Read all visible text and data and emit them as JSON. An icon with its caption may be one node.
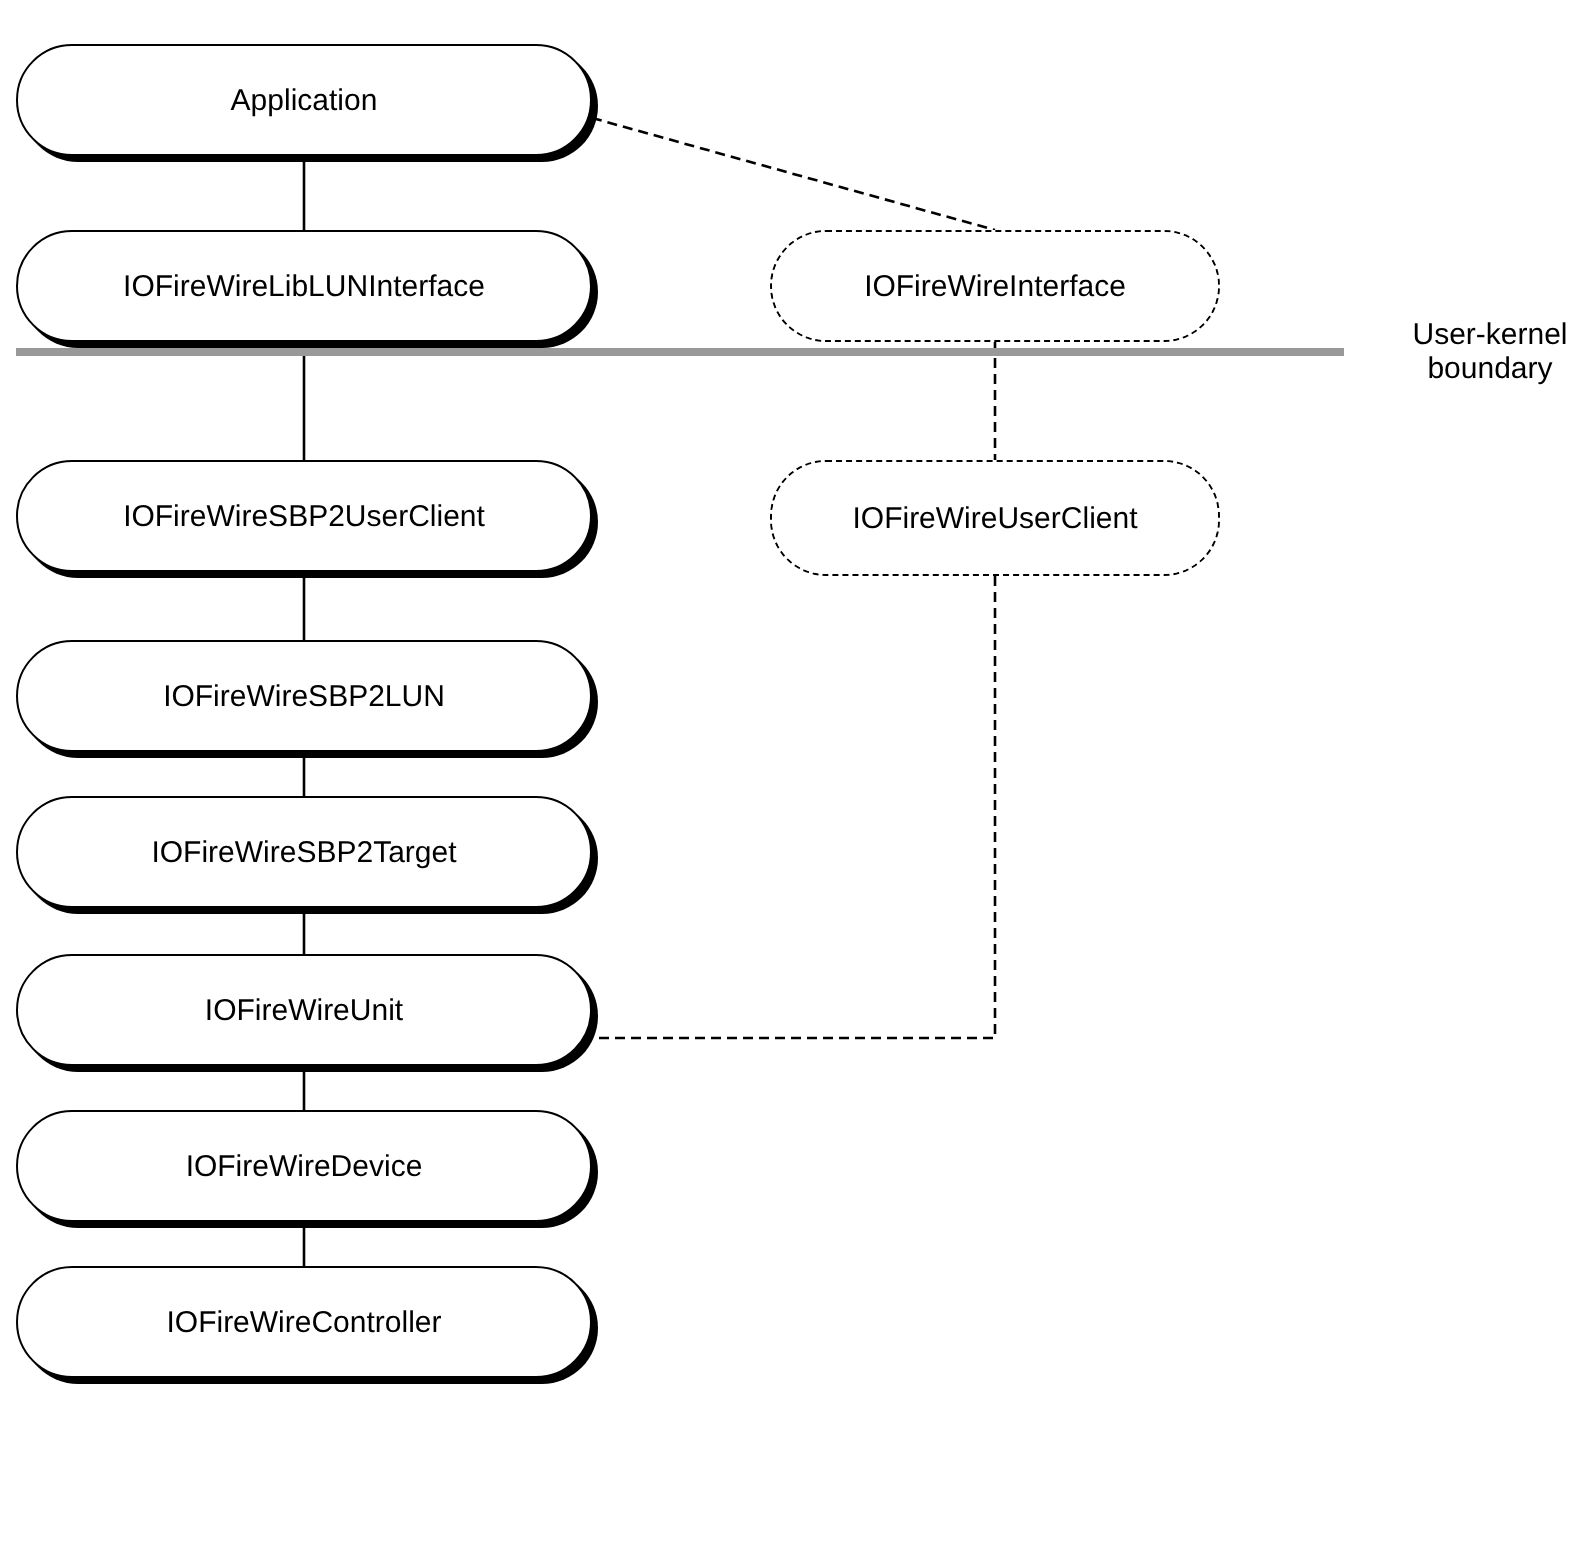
{
  "diagram": {
    "nodes": [
      {
        "text": [
          "Application"
        ]
      },
      {
        "text": [
          "IOFireWireLibLUNInterface"
        ]
      },
      {
        "text": [
          "IOFireWireInterface"
        ]
      },
      {
        "text": [
          "IOFireWireSBP2UserClient"
        ]
      },
      {
        "text": [
          "IOFireWireUserClient"
        ]
      },
      {
        "text": [
          "IOFireWireSBP2LUN"
        ]
      },
      {
        "text": [
          "IOFireWireSBP2Target"
        ]
      },
      {
        "text": [
          "IOFireWireUnit"
        ]
      },
      {
        "text": [
          "IOFireWireDevice"
        ]
      },
      {
        "text": [
          "IOFireWireController"
        ]
      }
    ],
    "edges": [
      {
        "from": 0,
        "to": 1,
        "arrow": "none"
      },
      {
        "from": 0,
        "to": 2,
        "arrow": "none",
        "style": "dashed"
      },
      {
        "from": 1,
        "to": 3,
        "arrow": "none"
      },
      {
        "from": 2,
        "to": 4,
        "arrow": "none",
        "style": "dashed"
      },
      {
        "from": 3,
        "to": 5,
        "arrow": "none"
      },
      {
        "from": 5,
        "to": 6,
        "arrow": "none"
      },
      {
        "from": 6,
        "to": 7,
        "arrow": "none"
      },
      {
        "from": 4,
        "to": 7,
        "arrow": "none",
        "style": "dashed"
      },
      {
        "from": 7,
        "to": 8,
        "arrow": "none"
      },
      {
        "from": 8,
        "to": 9,
        "arrow": "none"
      }
    ],
    "labels": [
      "User-kernel boundary"
    ]
  }
}
